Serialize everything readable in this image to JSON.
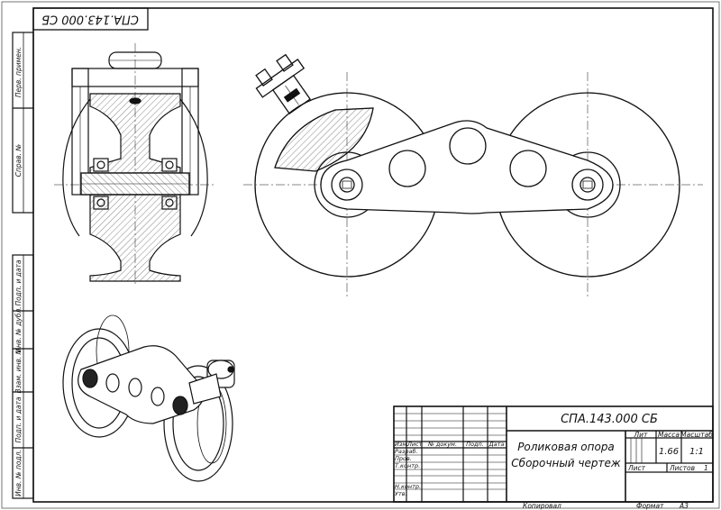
{
  "stamp": {
    "code_top": "СПА.143.000 СБ",
    "code_rotated": "СПА.143.000 СБ",
    "name_line1": "Роликовая опора",
    "name_line2": "Сборочный чертеж",
    "h_lit": "Лит",
    "h_mass": "Масса",
    "h_scale": "Масштаб",
    "mass": "1.66",
    "scale": "1:1",
    "sheet_label": "Лист",
    "sheets_label": "Листов",
    "sheets": "1",
    "col_izm": "Изм.",
    "col_list": "Лист",
    "col_doc": "№ докум.",
    "col_sign": "Подп.",
    "col_date": "Дата",
    "r_razrab": "Разраб.",
    "r_prov": "Пров.",
    "r_tkontr": "Т.контр.",
    "r_nkontr": "Н.контр.",
    "r_utv": "Утв.",
    "copied": "Копировал",
    "format_label": "Формат",
    "format": "А3"
  },
  "margin_fields": {
    "perv_primen": "Перв. примен.",
    "sprav": "Справ. №",
    "podp_data_1": "Подп. и дата",
    "inv_dubl": "Инв. № дубл.",
    "vzam_inv": "Взам. инв. №",
    "podp_data_2": "Подп. и дата",
    "inv_podl": "Инв. № подл."
  }
}
